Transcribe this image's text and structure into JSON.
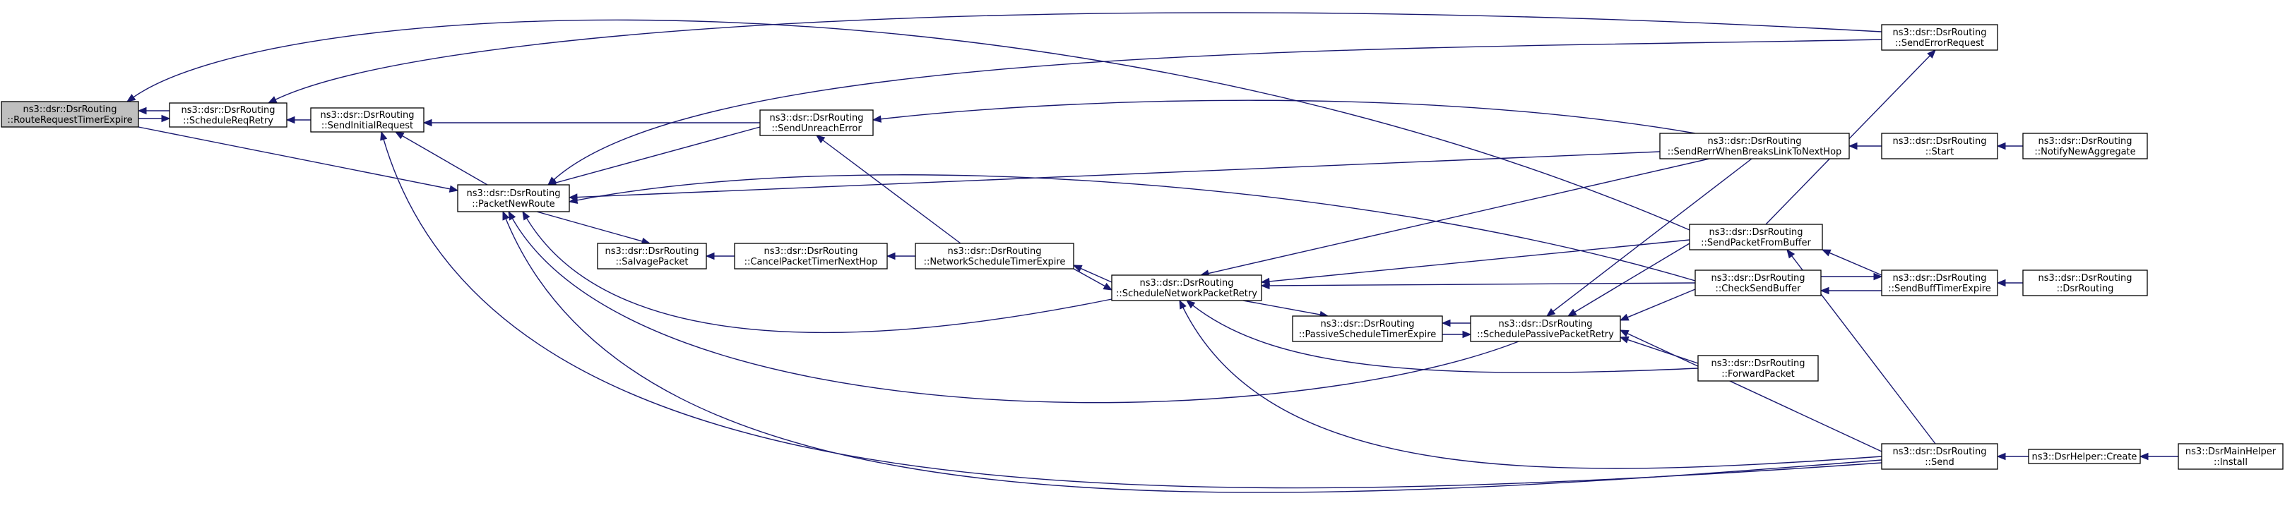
{
  "title": "",
  "colors": {
    "edge": "#191970",
    "root_fill": "#bfbfbf",
    "node_fill": "#ffffff",
    "node_border": "#000000"
  },
  "nodes": [
    {
      "id": "rrte",
      "lines": [
        "ns3::dsr::DsrRouting",
        "::RouteRequestTimerExpire"
      ],
      "root": true
    },
    {
      "id": "srr",
      "lines": [
        "ns3::dsr::DsrRouting",
        "::ScheduleReqRetry"
      ]
    },
    {
      "id": "sir",
      "lines": [
        "ns3::dsr::DsrRouting",
        "::SendInitialRequest"
      ]
    },
    {
      "id": "pnr",
      "lines": [
        "ns3::dsr::DsrRouting",
        "::PacketNewRoute"
      ]
    },
    {
      "id": "sue",
      "lines": [
        "ns3::dsr::DsrRouting",
        "::SendUnreachError"
      ]
    },
    {
      "id": "salv",
      "lines": [
        "ns3::dsr::DsrRouting",
        "::SalvagePacket"
      ]
    },
    {
      "id": "cptnh",
      "lines": [
        "ns3::dsr::DsrRouting",
        "::CancelPacketTimerNextHop"
      ]
    },
    {
      "id": "nste",
      "lines": [
        "ns3::dsr::DsrRouting",
        "::NetworkScheduleTimerExpire"
      ]
    },
    {
      "id": "snpr",
      "lines": [
        "ns3::dsr::DsrRouting",
        "::ScheduleNetworkPacketRetry"
      ]
    },
    {
      "id": "pste",
      "lines": [
        "ns3::dsr::DsrRouting",
        "::PassiveScheduleTimerExpire"
      ]
    },
    {
      "id": "sppr",
      "lines": [
        "ns3::dsr::DsrRouting",
        "::SchedulePassivePacketRetry"
      ]
    },
    {
      "id": "ser",
      "lines": [
        "ns3::dsr::DsrRouting",
        "::SendErrorRequest"
      ]
    },
    {
      "id": "srwbl",
      "lines": [
        "ns3::dsr::DsrRouting",
        "::SendRerrWhenBreaksLinkToNextHop"
      ]
    },
    {
      "id": "spfb",
      "lines": [
        "ns3::dsr::DsrRouting",
        "::SendPacketFromBuffer"
      ]
    },
    {
      "id": "csb",
      "lines": [
        "ns3::dsr::DsrRouting",
        "::CheckSendBuffer"
      ]
    },
    {
      "id": "fwd",
      "lines": [
        "ns3::dsr::DsrRouting",
        "::ForwardPacket"
      ]
    },
    {
      "id": "send",
      "lines": [
        "ns3::dsr::DsrRouting",
        "::Send"
      ]
    },
    {
      "id": "start",
      "lines": [
        "ns3::dsr::DsrRouting",
        "::Start"
      ]
    },
    {
      "id": "sbte",
      "lines": [
        "ns3::dsr::DsrRouting",
        "::SendBuffTimerExpire"
      ]
    },
    {
      "id": "nna",
      "lines": [
        "ns3::dsr::DsrRouting",
        "::NotifyNewAggregate"
      ]
    },
    {
      "id": "ctor",
      "lines": [
        "ns3::dsr::DsrRouting",
        "::DsrRouting"
      ]
    },
    {
      "id": "hcreate",
      "lines": [
        "ns3::DsrHelper::Create"
      ]
    },
    {
      "id": "install",
      "lines": [
        "ns3::DsrMainHelper",
        "::Install"
      ]
    }
  ],
  "edges": [
    {
      "from": "srr",
      "to": "rrte"
    },
    {
      "from": "rrte",
      "to": "srr"
    },
    {
      "from": "sir",
      "to": "srr"
    },
    {
      "from": "rrte",
      "to": "pnr"
    },
    {
      "from": "pnr",
      "to": "sir"
    },
    {
      "from": "sue",
      "to": "sir"
    },
    {
      "from": "send",
      "to": "sir"
    },
    {
      "from": "spfb",
      "to": "rrte"
    },
    {
      "from": "ser",
      "to": "srr"
    },
    {
      "from": "sue",
      "to": "pnr"
    },
    {
      "from": "ser",
      "to": "pnr"
    },
    {
      "from": "srwbl",
      "to": "pnr"
    },
    {
      "from": "csb",
      "to": "pnr"
    },
    {
      "from": "snpr",
      "to": "pnr"
    },
    {
      "from": "sppr",
      "to": "pnr"
    },
    {
      "from": "send",
      "to": "pnr"
    },
    {
      "from": "pnr",
      "to": "salv"
    },
    {
      "from": "cptnh",
      "to": "salv"
    },
    {
      "from": "srwbl",
      "to": "sue"
    },
    {
      "from": "nste",
      "to": "sue"
    },
    {
      "from": "nste",
      "to": "cptnh"
    },
    {
      "from": "snpr",
      "to": "nste"
    },
    {
      "from": "nste",
      "to": "snpr"
    },
    {
      "from": "srwbl",
      "to": "snpr"
    },
    {
      "from": "spfb",
      "to": "snpr"
    },
    {
      "from": "csb",
      "to": "snpr"
    },
    {
      "from": "fwd",
      "to": "snpr"
    },
    {
      "from": "send",
      "to": "snpr"
    },
    {
      "from": "snpr",
      "to": "pste"
    },
    {
      "from": "sppr",
      "to": "pste"
    },
    {
      "from": "pste",
      "to": "sppr"
    },
    {
      "from": "srwbl",
      "to": "sppr"
    },
    {
      "from": "spfb",
      "to": "sppr"
    },
    {
      "from": "csb",
      "to": "sppr"
    },
    {
      "from": "fwd",
      "to": "sppr"
    },
    {
      "from": "send",
      "to": "sppr"
    },
    {
      "from": "spfb",
      "to": "ser"
    },
    {
      "from": "start",
      "to": "srwbl"
    },
    {
      "from": "nna",
      "to": "start"
    },
    {
      "from": "sbte",
      "to": "spfb"
    },
    {
      "from": "send",
      "to": "spfb"
    },
    {
      "from": "sbte",
      "to": "csb"
    },
    {
      "from": "csb",
      "to": "sbte"
    },
    {
      "from": "ctor",
      "to": "sbte"
    },
    {
      "from": "hcreate",
      "to": "send"
    },
    {
      "from": "install",
      "to": "hcreate"
    }
  ]
}
